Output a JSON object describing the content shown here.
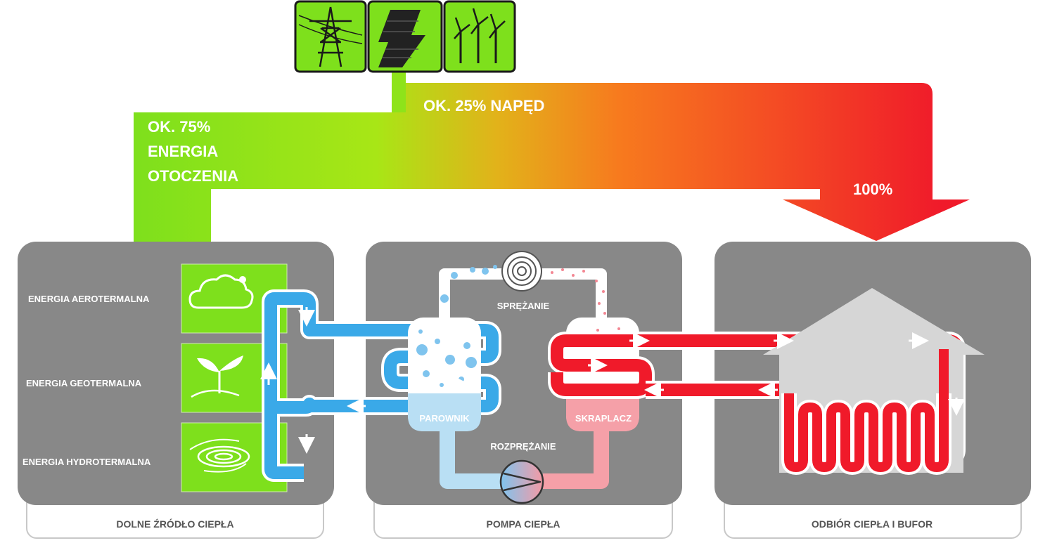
{
  "energy_flow": {
    "drive_label": "OK. 25% NAPĘD",
    "ambient_label_lines": [
      "OK. 75%",
      "ENERGIA",
      "OTOCZENIA"
    ],
    "total_label": "100%"
  },
  "top_icons": [
    "power-pylon-icon",
    "solar-panel-icon",
    "wind-turbine-icon"
  ],
  "sources": [
    {
      "label": "ENERGIA AEROTERMALNA",
      "icon": "cloud-sun-icon"
    },
    {
      "label": "ENERGIA GEOTERMALNA",
      "icon": "seedling-icon"
    },
    {
      "label": "ENERGIA HYDROTERMALNA",
      "icon": "water-swirl-icon"
    }
  ],
  "pump": {
    "compression_label": "SPRĘŻANIE",
    "expansion_label": "ROZPRĘŻANIE",
    "evaporator_label": "PAROWNIK",
    "condenser_label": "SKRAPLACZ"
  },
  "panels": {
    "left_caption": "DOLNE ŹRÓDŁO CIEPŁA",
    "middle_caption": "POMPA CIEPŁA",
    "right_caption": "ODBIÓR CIEPŁA I BUFOR"
  },
  "colors": {
    "green": "#7ee01c",
    "red": "#f01a2a",
    "orange": "#f77a1e",
    "panel_gray": "#888888",
    "cold_blue": "#3aa9e8",
    "light_blue": "#b9dff4",
    "light_red": "#f5a0a8"
  }
}
